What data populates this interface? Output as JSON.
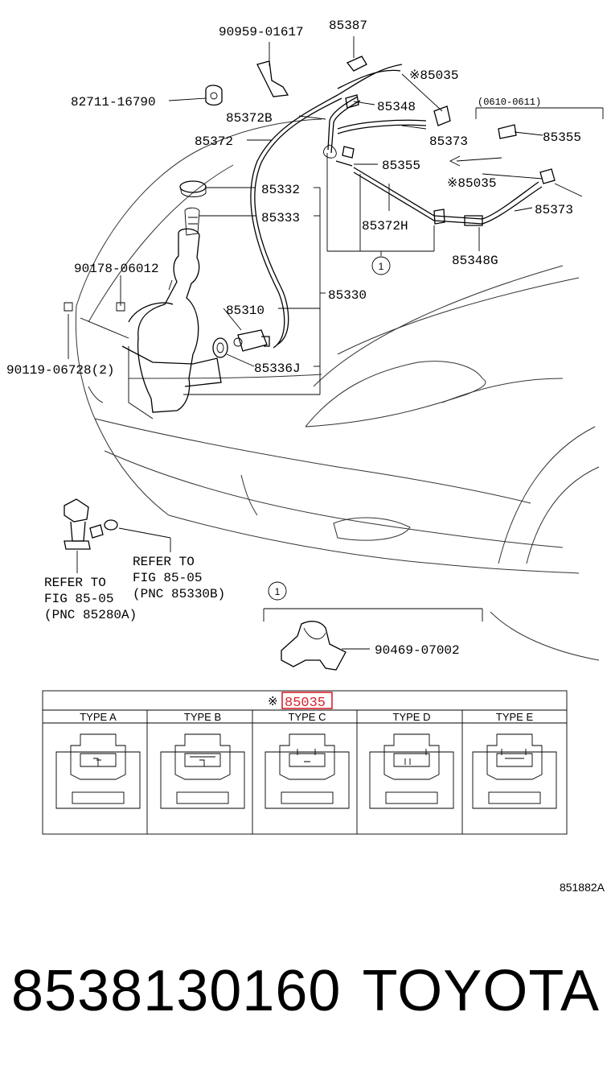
{
  "labels": {
    "p90959": "90959-01617",
    "p85387": "85387",
    "p82711": "82711-16790",
    "p85035_top": "※85035",
    "p85348": "85348",
    "p85372B": "85372B",
    "p85373_a": "85373",
    "p85372": "85372",
    "p85355_a": "85355",
    "p85355_b": "85355",
    "p85035_mid": "※85035",
    "p85332": "85332",
    "p85373_b": "85373",
    "p85333": "85333",
    "p85372H": "85372H",
    "p90178": "90178-06012",
    "p85348G": "85348G",
    "p85310": "85310",
    "p85330": "85330",
    "p90119": "90119-06728(2)",
    "p85336J": "85336J",
    "p90469": "90469-07002",
    "date_range": "(0610-0611)",
    "circle_1": "1",
    "circle_1_b": "1",
    "refer1_line1": "REFER TO",
    "refer1_line2": "FIG 85-05",
    "refer1_line3": "(PNC 85330B)",
    "refer2_line1": "REFER TO",
    "refer2_line2": "FIG 85-05",
    "refer2_line3": "(PNC 85280A)"
  },
  "table": {
    "mark": "※",
    "title": "85035",
    "highlight_color": "#d9232d",
    "types": [
      "TYPE A",
      "TYPE B",
      "TYPE C",
      "TYPE D",
      "TYPE E"
    ]
  },
  "footer": {
    "code": "851882A",
    "part_number": "8538130160",
    "brand": "TOYOTA"
  }
}
